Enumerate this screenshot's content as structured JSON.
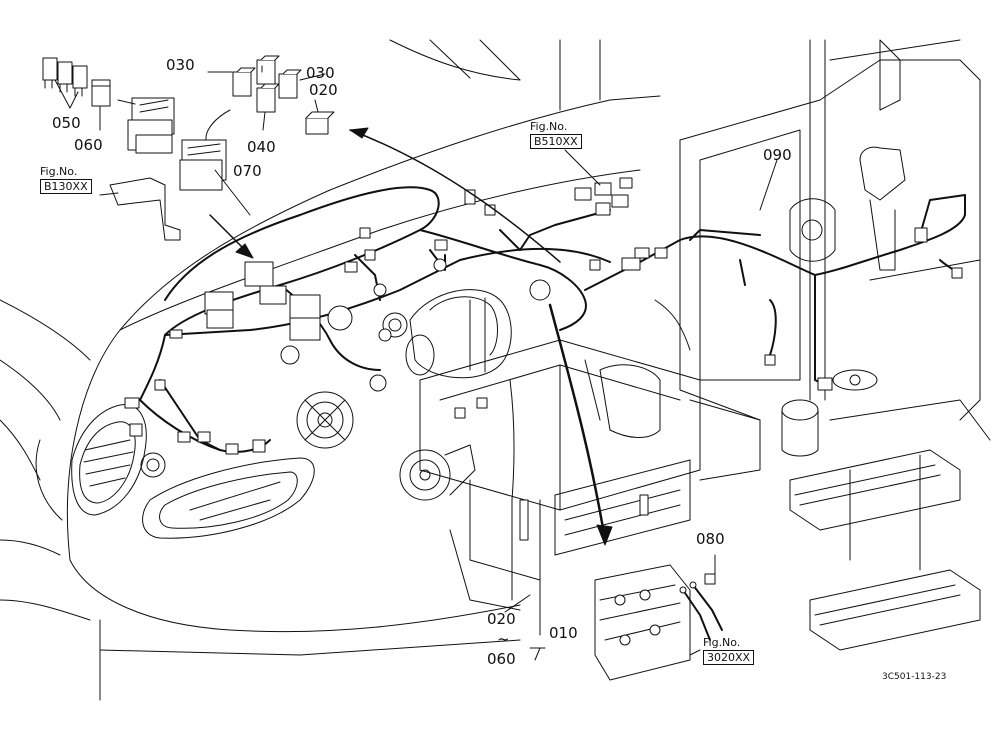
{
  "callouts": {
    "c050": "050",
    "c060": "060",
    "c030a": "030",
    "c030b": "030",
    "c020": "020",
    "c040": "040",
    "c070": "070",
    "c090": "090",
    "c080": "080",
    "c020_range_start": "020",
    "c020_range_tilde": "~",
    "c020_range_end": "060",
    "c010": "010"
  },
  "figure_refs": {
    "b130": {
      "label": "Fig.No.",
      "number": "B130XX"
    },
    "b510": {
      "label": "Fig.No.",
      "number": "B510XX"
    },
    "f3020": {
      "label": "Fig.No.",
      "number": "3020XX"
    }
  },
  "drawing_code": "3C501-113-23"
}
